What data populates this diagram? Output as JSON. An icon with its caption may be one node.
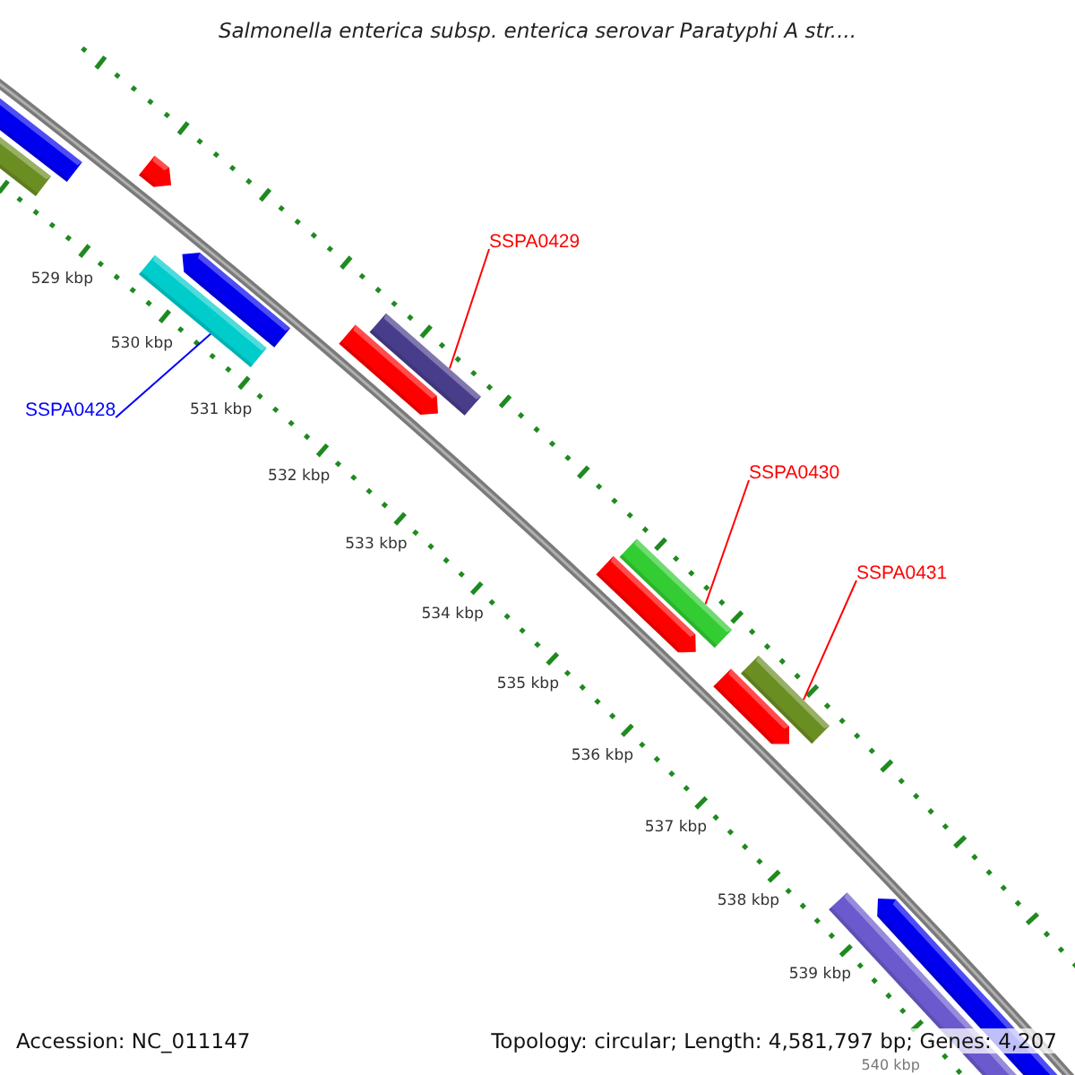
{
  "diagram": {
    "title": "Salmonella enterica subsp. enterica serovar Paratyphi A str....",
    "nodes": [
      {
        "text": [
          "SSPA0428"
        ]
      },
      {
        "text": [],
        "shape": "bar"
      },
      {
        "text": [
          "SSPA0429"
        ]
      },
      {
        "text": [],
        "shape": "bar"
      },
      {
        "text": [
          "SSPA0430"
        ]
      },
      {
        "text": [],
        "shape": "bar"
      },
      {
        "text": [
          "SSPA0431"
        ]
      },
      {
        "text": [],
        "shape": "bar"
      }
    ],
    "edges": [
      {
        "from": 0,
        "to": 1,
        "arrow": "none",
        "color": "#0000ff"
      },
      {
        "from": 2,
        "to": 3,
        "arrow": "none"
      },
      {
        "from": 4,
        "to": 5,
        "arrow": "none"
      },
      {
        "from": 6,
        "to": 7,
        "arrow": "none"
      }
    ],
    "labels": [
      "529 kbp",
      "530 kbp",
      "531 kbp",
      "532 kbp",
      "533 kbp",
      "534 kbp",
      "535 kbp",
      "536 kbp",
      "537 kbp",
      "538 kbp",
      "539 kbp",
      "540 kbp",
      "Accession: NC_011147",
      "Topology: circular; Length: 4,581,797 bp; Genes: 4,207"
    ]
  }
}
